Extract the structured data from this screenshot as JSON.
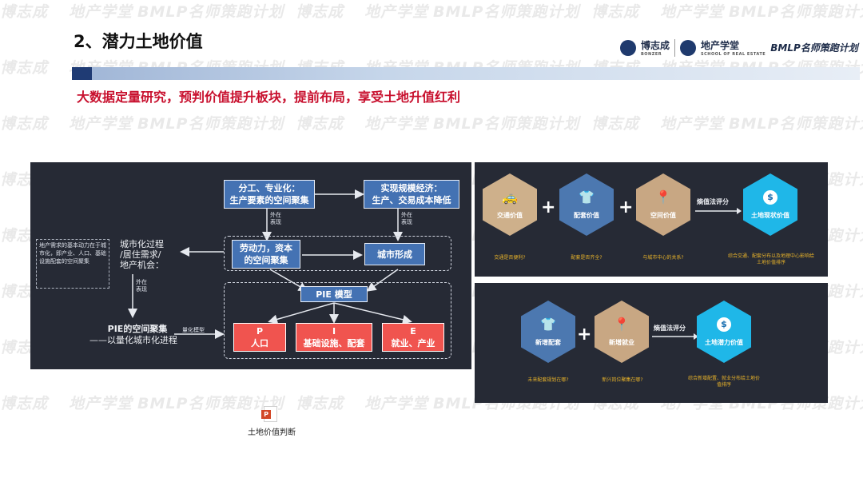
{
  "header": {
    "title": "2、潜力土地价值",
    "subtitle": "大数据定量研究，预判价值提升板块，提前布局，享受土地升值红利"
  },
  "logos": {
    "bonzer": "博志成",
    "bonzer_sub": "BONZER",
    "school": "地产学堂",
    "school_sub": "SCHOOL OF REAL ESTATE",
    "bmlp": "BMLP名师策跑计划"
  },
  "watermark": {
    "bonzer": "博志成",
    "school": "地产学堂",
    "bmlp": "BMLP名师策跑计划"
  },
  "pie_diagram": {
    "box_division": "分工、专业化：\n生产要素的空间聚集",
    "box_scale": "实现规模经济：\n生产、交易成本降低",
    "box_labor": "劳动力，资本\n的空间聚集",
    "box_city": "城市形成",
    "arrow_label_1": "外在\n表现",
    "arrow_label_2": "外在\n表现",
    "arrow_label_3": "外在\n表现",
    "side_note": "地产需求的基本动力在于城市化，即产业、人口、基础设施配套的空间聚集",
    "urban_process": "城市化过程\n/居住需求/\n地产机会：",
    "pie_spatial": "PIE的空间聚集",
    "pie_spatial_sub": "——以量化城市化进程",
    "quant_model": "量化模型",
    "pie_model": "PIE 模型",
    "p_letter": "P",
    "p_label": "人口",
    "i_letter": "I",
    "i_label": "基础设施、配套",
    "e_letter": "E",
    "e_label": "就业、产业"
  },
  "current_value": {
    "items": [
      {
        "label": "交通价值",
        "icon": "taxi-icon",
        "question": "交通是否便利?",
        "color": "#ceb08b"
      },
      {
        "label": "配套价值",
        "icon": "shirt-icon",
        "question": "配套是否齐全?",
        "color": "#4c78b0"
      },
      {
        "label": "空间价值",
        "icon": "location-pin-icon",
        "question": "与城市中心的关系?",
        "color": "#c8a783"
      }
    ],
    "method": "熵值法评分",
    "result": "土地现状价值",
    "result_icon": "dollar-icon",
    "result_note": "综合交通、配套分布以及地理中心影响给土地价值排序",
    "result_color": "#1fb7e8"
  },
  "potential_value": {
    "items": [
      {
        "label": "新增配套",
        "icon": "shirt-icon",
        "question": "未来配套规划在哪?",
        "color": "#4c78b0"
      },
      {
        "label": "新增就业",
        "icon": "location-pin-icon",
        "question": "新兴岗位聚集在哪?",
        "color": "#c8a783"
      }
    ],
    "method": "熵值法评分",
    "result": "土地潜力价值",
    "result_icon": "dollar-icon",
    "result_note": "综合新增配置、就业分布给土地价值排序",
    "result_color": "#1fb7e8"
  },
  "attachment": {
    "label": "土地价值判断",
    "icon": "powerpoint-file-icon",
    "badge": "P"
  }
}
